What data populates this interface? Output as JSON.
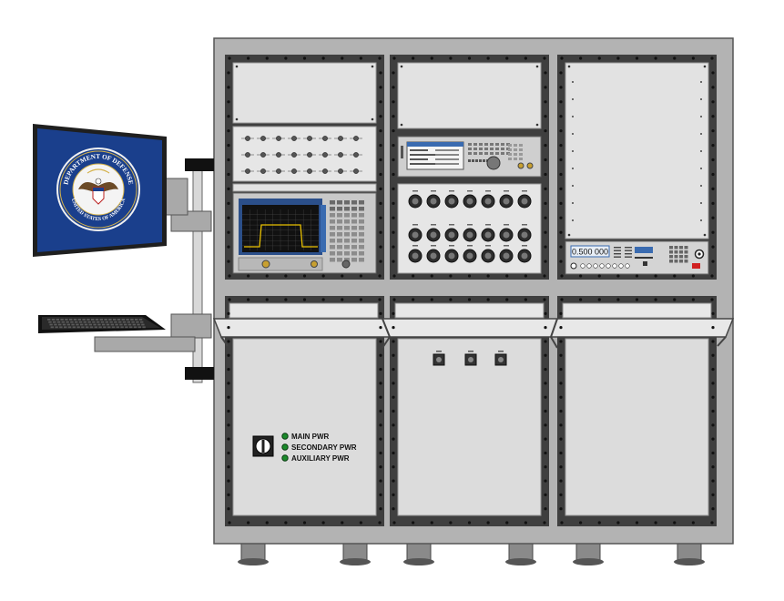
{
  "monitor": {
    "seal_outer_text": "DEPARTMENT OF DEFENSE",
    "seal_inner_text": "UNITED STATES OF AMERICA",
    "seal_bg": "#1a3f8c"
  },
  "instruments": {
    "power_supply_display": "0.500 000"
  },
  "power_panel": {
    "indicators": [
      {
        "label": "MAIN PWR",
        "color": "#1a8a2a"
      },
      {
        "label": "SECONDARY PWR",
        "color": "#1a8a2a"
      },
      {
        "label": "AUXILIARY PWR",
        "color": "#1a8a2a"
      }
    ]
  },
  "colors": {
    "cabinet": "#b3b3b3",
    "panel": "#dcdcdc",
    "frame": "#3f3f3f",
    "spectrum_trace": "#e8c000"
  }
}
